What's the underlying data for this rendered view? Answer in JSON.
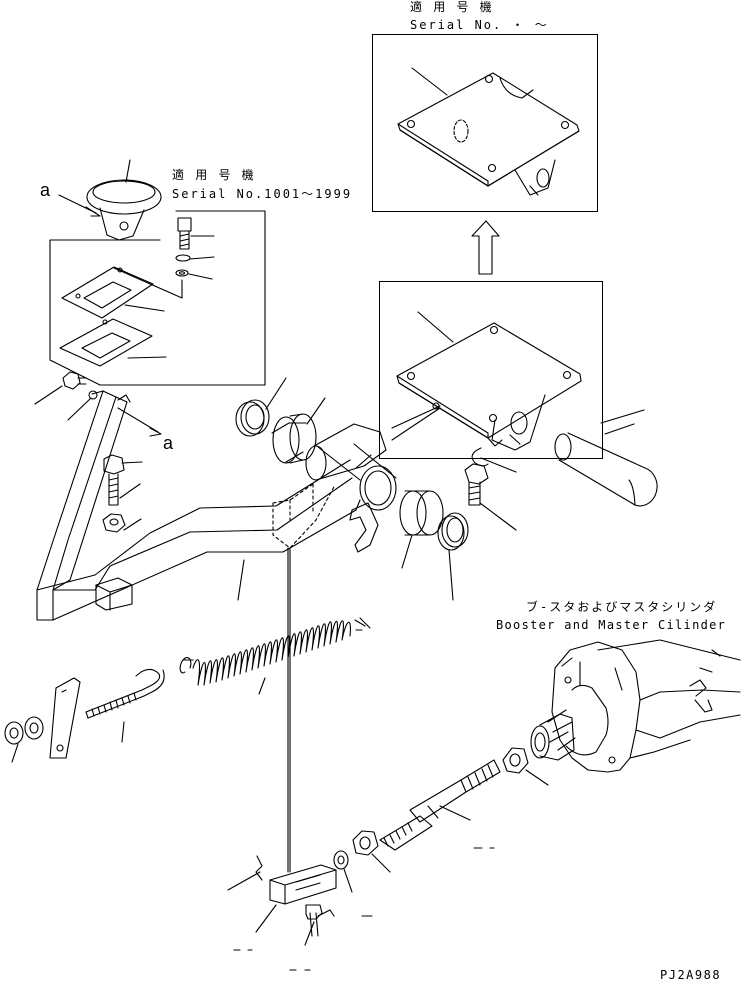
{
  "upper_note": {
    "applicable_label": "適 用 号 機",
    "serial_label": "Serial No.  ・ ～"
  },
  "left_note": {
    "applicable_label": "適 用 号 機",
    "serial_label": "Serial No.1001～1999"
  },
  "booster_note": {
    "jp_label": "ブ-スタおよびマスタシリンダ",
    "en_label": "Booster and Master Cilinder"
  },
  "view_marks": {
    "top": "a",
    "lower": "a"
  },
  "drawing_code": "PJ2A988"
}
